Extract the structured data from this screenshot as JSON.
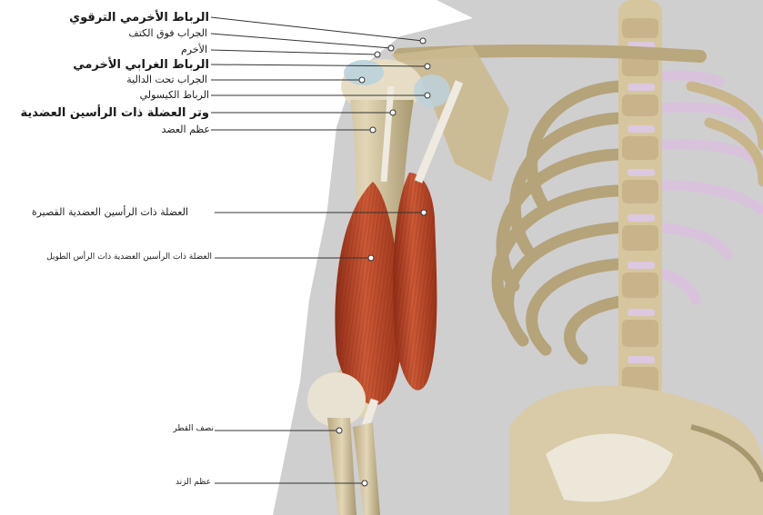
{
  "diagram": {
    "labels": [
      {
        "id": "acromioclavicular-ligament",
        "text": "الرباط الأخرمي الترقوي"
      },
      {
        "id": "supraspinatus-bursa",
        "text": "الجراب فوق الكتف"
      },
      {
        "id": "acromion",
        "text": "الأخرم"
      },
      {
        "id": "coracoacromial-ligament",
        "text": "الرباط الغرابي الأخرمي"
      },
      {
        "id": "subdeltoid-bursa",
        "text": "الجراب تحت الدالية"
      },
      {
        "id": "capsular-ligament",
        "text": "الرباط الكيسولي"
      },
      {
        "id": "biceps-tendon",
        "text": "وتر العضلة ذات الرأسين العضدية"
      },
      {
        "id": "humerus",
        "text": "عظم العضد"
      },
      {
        "id": "biceps-short-head",
        "text": "العضلة ذات الرأسين العضدية القصيرة"
      },
      {
        "id": "biceps-long-head",
        "text": "العضلة ذات الرأسين العضدية ذات الرأس الطويل"
      },
      {
        "id": "radius",
        "text": "نصف القطر"
      },
      {
        "id": "ulna",
        "text": "عظم الزند"
      }
    ]
  },
  "colors": {
    "background": "#ffffff",
    "silhouette": "#cfcfcf",
    "bone": "#d9cba8",
    "bone_shadow": "#a8986f",
    "cartilage": "#d8c2dc",
    "muscle": "#c0482a",
    "muscle_dark": "#8e2c16",
    "tendon": "#eeeadf",
    "leader_line": "#333333"
  }
}
